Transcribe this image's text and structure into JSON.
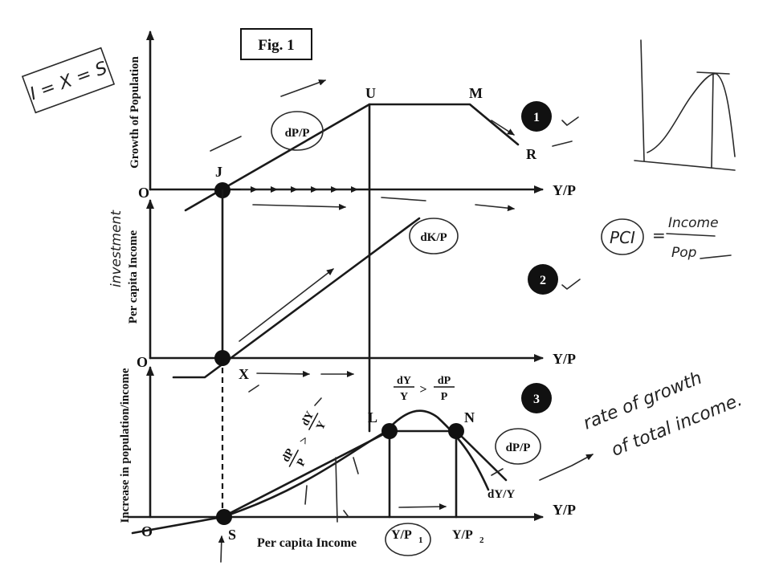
{
  "figure": {
    "title": "Fig. 1",
    "panel_numbers": [
      "1",
      "2",
      "3"
    ]
  },
  "panel1": {
    "ylabel": "Growth of Population",
    "xlabel": "Y/P",
    "origin": "O",
    "points": {
      "J": "J",
      "U": "U",
      "M": "M",
      "R": "R"
    },
    "curve_label": "dP/P"
  },
  "panel2": {
    "ylabel": "Per capita Income",
    "xlabel": "Y/P",
    "origin": "O",
    "points": {
      "X": "X"
    },
    "curve_label": "dK/P"
  },
  "panel3": {
    "ylabel": "Increase in population/income",
    "xlabel": "Y/P",
    "bottom_label": "Per capita Income",
    "origin": "O",
    "points": {
      "S": "S",
      "L": "L",
      "N": "N"
    },
    "x_ticks": [
      {
        "base": "Y/P",
        "sub": "1"
      },
      {
        "base": "Y/P",
        "sub": "2"
      }
    ],
    "curve_labels": [
      "dP/P",
      "dY/Y"
    ],
    "ineq_left": {
      "a_num": "dP",
      "a_den": "P",
      "op": ">",
      "b_num": "dY",
      "b_den": "Y"
    },
    "ineq_top": {
      "a_num": "dY",
      "a_den": "Y",
      "op": ">",
      "b_num": "dP",
      "b_den": "P"
    }
  },
  "annotations": {
    "top_left_formula": "I = X = S",
    "pci_left": "PCI",
    "pci_equals": "=",
    "pci_num": "Income",
    "pci_den": "Pop",
    "investment": "investment",
    "rate_line1": "rate of growth",
    "rate_line2": "of total income."
  }
}
